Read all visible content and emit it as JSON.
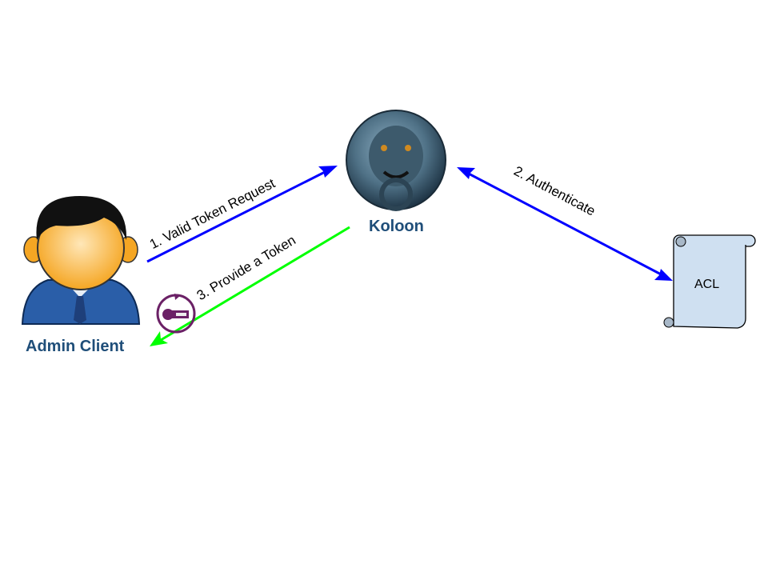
{
  "nodes": {
    "client": {
      "label": "Admin Client",
      "icon": "admin-user-icon"
    },
    "server": {
      "label": "Koloon",
      "icon": "lion-door-knocker-icon"
    },
    "acl": {
      "label": "ACL",
      "icon": "scroll-icon"
    }
  },
  "edges": [
    {
      "label": "1. Valid Token Request",
      "color": "#0000ff"
    },
    {
      "label": "2. Authenticate",
      "color": "#0000ff"
    },
    {
      "label": "3. Provide a Token",
      "color": "#00ff00"
    }
  ],
  "token_icon": "token-refresh-icon",
  "colors": {
    "label_accent": "#1f4e79",
    "acl_fill": "#cfe0f1",
    "token": "#6b2166"
  }
}
